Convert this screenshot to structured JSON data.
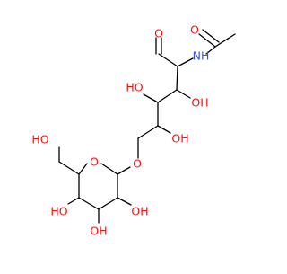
{
  "molecule": {
    "colors": {
      "bond": "#000000",
      "oxygen": "#ff0d0d",
      "nitrogen": "#3050f8",
      "background": "#ffffff"
    },
    "labels": {
      "aldehyde_o": "O",
      "amide_o": "O",
      "amide_nh": "NH",
      "oh_c3": "OH",
      "oh_c4": "HO",
      "oh_c5": "OH",
      "ether_o": "O",
      "ring_o": "O",
      "ch2oh": "HO",
      "oh_ring_1": "OH",
      "oh_ring_2": "OH",
      "oh_ring_3": "HO"
    }
  }
}
